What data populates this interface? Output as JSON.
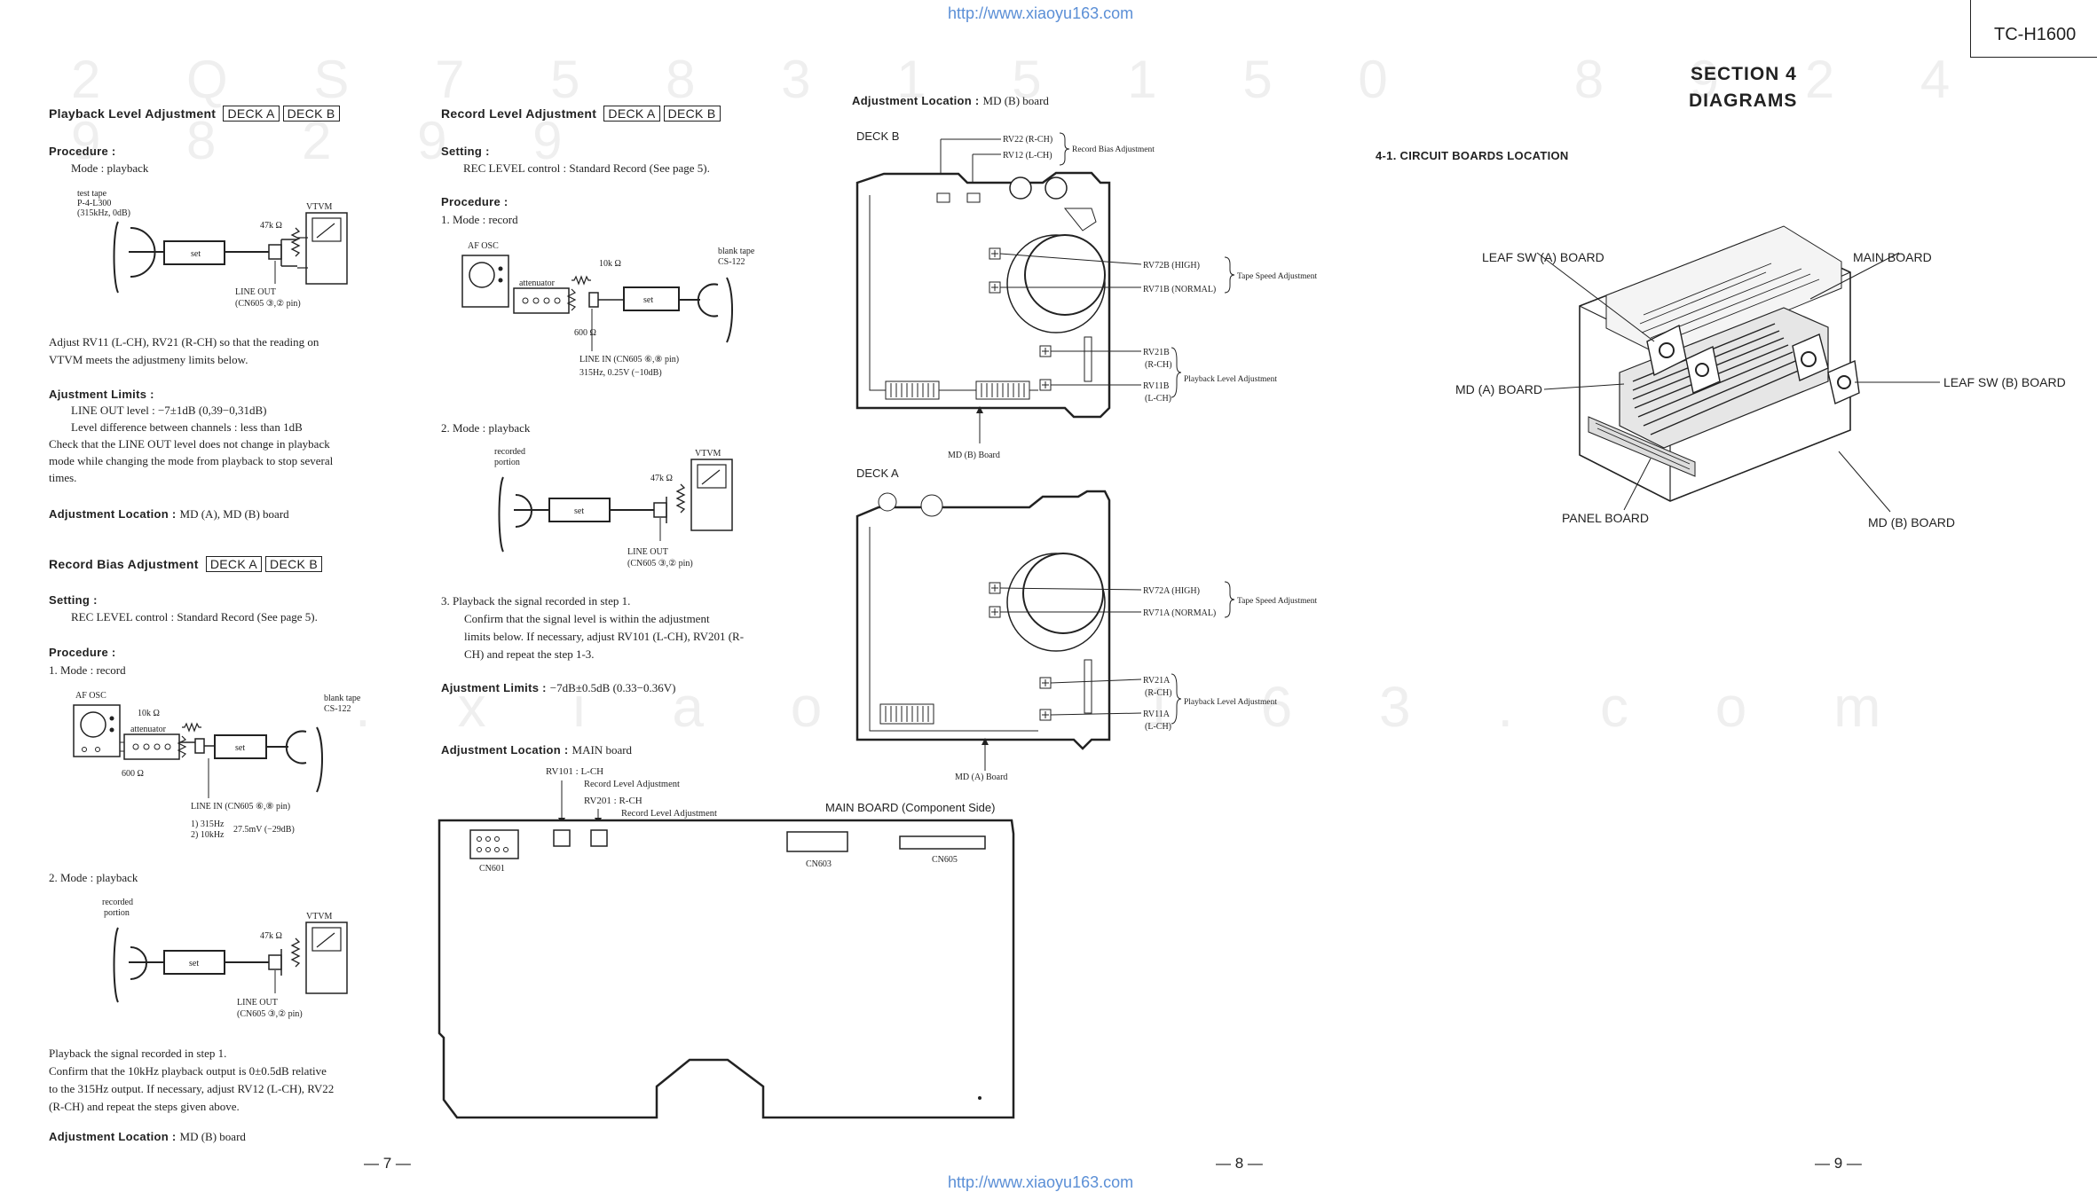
{
  "header": {
    "url_top": "http://www.xiaoyu163.com",
    "url_bottom": "http://www.xiaoyu163.com",
    "model": "TC-H1600",
    "watermark_mid": ". x i a o y u 1 6 3 . c o m"
  },
  "page7": {
    "playback_level": {
      "title": "Playback Level Adjustment",
      "deck_a": "DECK A",
      "deck_b": "DECK B",
      "procedure_label": "Procedure :",
      "mode": "Mode : playback",
      "diagram": {
        "tape_line1": "test tape",
        "tape_line2": "P-4-L300",
        "tape_line3": "(315kHz, 0dB)",
        "set": "set",
        "resistor": "47k Ω",
        "vtvm": "VTVM",
        "line_out": "LINE OUT",
        "cn": "(CN605 ③,② pin)"
      },
      "text1": "Adjust RV11 (L-CH), RV21 (R-CH) so that the reading on",
      "text2": "VTVM meets the adjustmeny limits below.",
      "limits_label": "Ajustment Limits :",
      "limit1": "LINE OUT level : −7±1dB (0,39−0,31dB)",
      "limit2": "Level difference between channels : less than 1dB",
      "check1": "Check that the LINE OUT level does not change in playback",
      "check2": "mode while changing the mode from playback to stop several",
      "check3": "times.",
      "location_label": "Adjustment Location :",
      "location": "MD (A), MD (B) board"
    },
    "record_bias": {
      "title": "Record Bias Adjustment",
      "deck_a": "DECK A",
      "deck_b": "DECK B",
      "setting_label": "Setting :",
      "setting": "REC LEVEL control : Standard Record (See page 5).",
      "procedure_label": "Procedure :",
      "step1": "1.  Mode : record",
      "diagram1": {
        "af_osc": "AF OSC",
        "attenuator": "attenuator",
        "res10k": "10k Ω",
        "res600": "600 Ω",
        "set": "set",
        "blank1": "blank tape",
        "blank2": "CS-122",
        "line_in": "LINE IN (CN605 ⑥,⑧ pin)",
        "freq1": "1) 315Hz",
        "freq2": "2) 10kHz",
        "level": "27.5mV (−29dB)"
      },
      "step2": "2.  Mode : playback",
      "diagram2": {
        "rec1": "recorded",
        "rec2": "portion",
        "set": "set",
        "resistor": "47k Ω",
        "vtvm": "VTVM",
        "line_out": "LINE OUT",
        "cn": "(CN605 ③,② pin)"
      },
      "text1": "Playback the signal recorded in step 1.",
      "text2": "Confirm that the 10kHz playback output is 0±0.5dB relative",
      "text3": "to the 315Hz output. If necessary, adjust RV12 (L-CH), RV22",
      "text4": "(R-CH) and repeat the steps given above.",
      "location_label": "Adjustment Location :",
      "location": "MD (B) board"
    },
    "page_num": "— 7 —"
  },
  "page8": {
    "record_level": {
      "title": "Record Level Adjustment",
      "deck_a": "DECK A",
      "deck_b": "DECK B",
      "setting_label": "Setting :",
      "setting": "REC LEVEL control : Standard Record (See page 5).",
      "procedure_label": "Procedure :",
      "step1": "1.  Mode : record",
      "diagram1": {
        "af_osc": "AF OSC",
        "attenuator": "attenuator",
        "res10k": "10k Ω",
        "res600": "600 Ω",
        "set": "set",
        "blank1": "blank tape",
        "blank2": "CS-122",
        "line_in": "LINE IN (CN605 ⑥,⑧ pin)",
        "sig": "315Hz, 0.25V (−10dB)"
      },
      "step2": "2.  Mode : playback",
      "diagram2": {
        "rec1": "recorded",
        "rec2": "portion",
        "set": "set",
        "resistor": "47k Ω",
        "vtvm": "VTVM",
        "line_out": "LINE OUT",
        "cn": "(CN605 ③,② pin)"
      },
      "step3": "3.  Playback the signal recorded in step 1.",
      "step3b": "Confirm that the signal level is within the adjustment",
      "step3c": "limits below. If necessary, adjust RV101 (L-CH), RV201 (R-",
      "step3d": "CH) and repeat the step 1-3.",
      "limits_label": "Ajustment Limits :",
      "limits": "−7dB±0.5dB (0.33−0.36V)"
    },
    "main_board": {
      "location_label": "Adjustment Location :",
      "location": "MAIN board",
      "rv101": "RV101 : L-CH",
      "rv101_desc": "Record Level Adjustment",
      "rv201": "RV201 : R-CH",
      "rv201_desc": "Record Level Adjustment",
      "title": "MAIN BOARD (Component Side)",
      "cn601": "CN601",
      "cn603": "CN603",
      "cn605": "CN605"
    },
    "md_boards": {
      "location_label": "Adjustment Location :",
      "location": "MD (B) board",
      "deck_b": "DECK B",
      "rv22": "RV22 (R-CH)",
      "rv12": "RV12 (L-CH)",
      "rec_bias": "Record Bias Adjustment",
      "rv72b": "RV72B (HIGH)",
      "rv71b": "RV71B (NORMAL)",
      "tape_speed_b": "Tape Speed Adjustment",
      "rv21b": "RV21B",
      "rv11b": "RV11B",
      "rch_b": "(R-CH)",
      "lch_b": "(L-CH)",
      "pb_level_b": "Playback Level Adjustment",
      "board_b": "MD (B) Board",
      "deck_a": "DECK A",
      "rv72a": "RV72A (HIGH)",
      "rv71a": "RV71A (NORMAL)",
      "tape_speed_a": "Tape Speed Adjustment",
      "rv21a": "RV21A",
      "rv11a": "RV11A",
      "rch_a": "(R-CH)",
      "lch_a": "(L-CH)",
      "pb_level_a": "Playback Level Adjustment",
      "board_a": "MD (A) Board"
    },
    "page_num": "— 8 —"
  },
  "page9": {
    "section": "SECTION 4",
    "diagrams": "DIAGRAMS",
    "subsection": "4-1. CIRCUIT BOARDS LOCATION",
    "leaf_a": "LEAF SW (A) BOARD",
    "main": "MAIN BOARD",
    "md_a": "MD (A) BOARD",
    "leaf_b": "LEAF SW (B) BOARD",
    "panel": "PANEL BOARD",
    "md_b": "MD (B) BOARD",
    "page_num": "— 9 —"
  }
}
